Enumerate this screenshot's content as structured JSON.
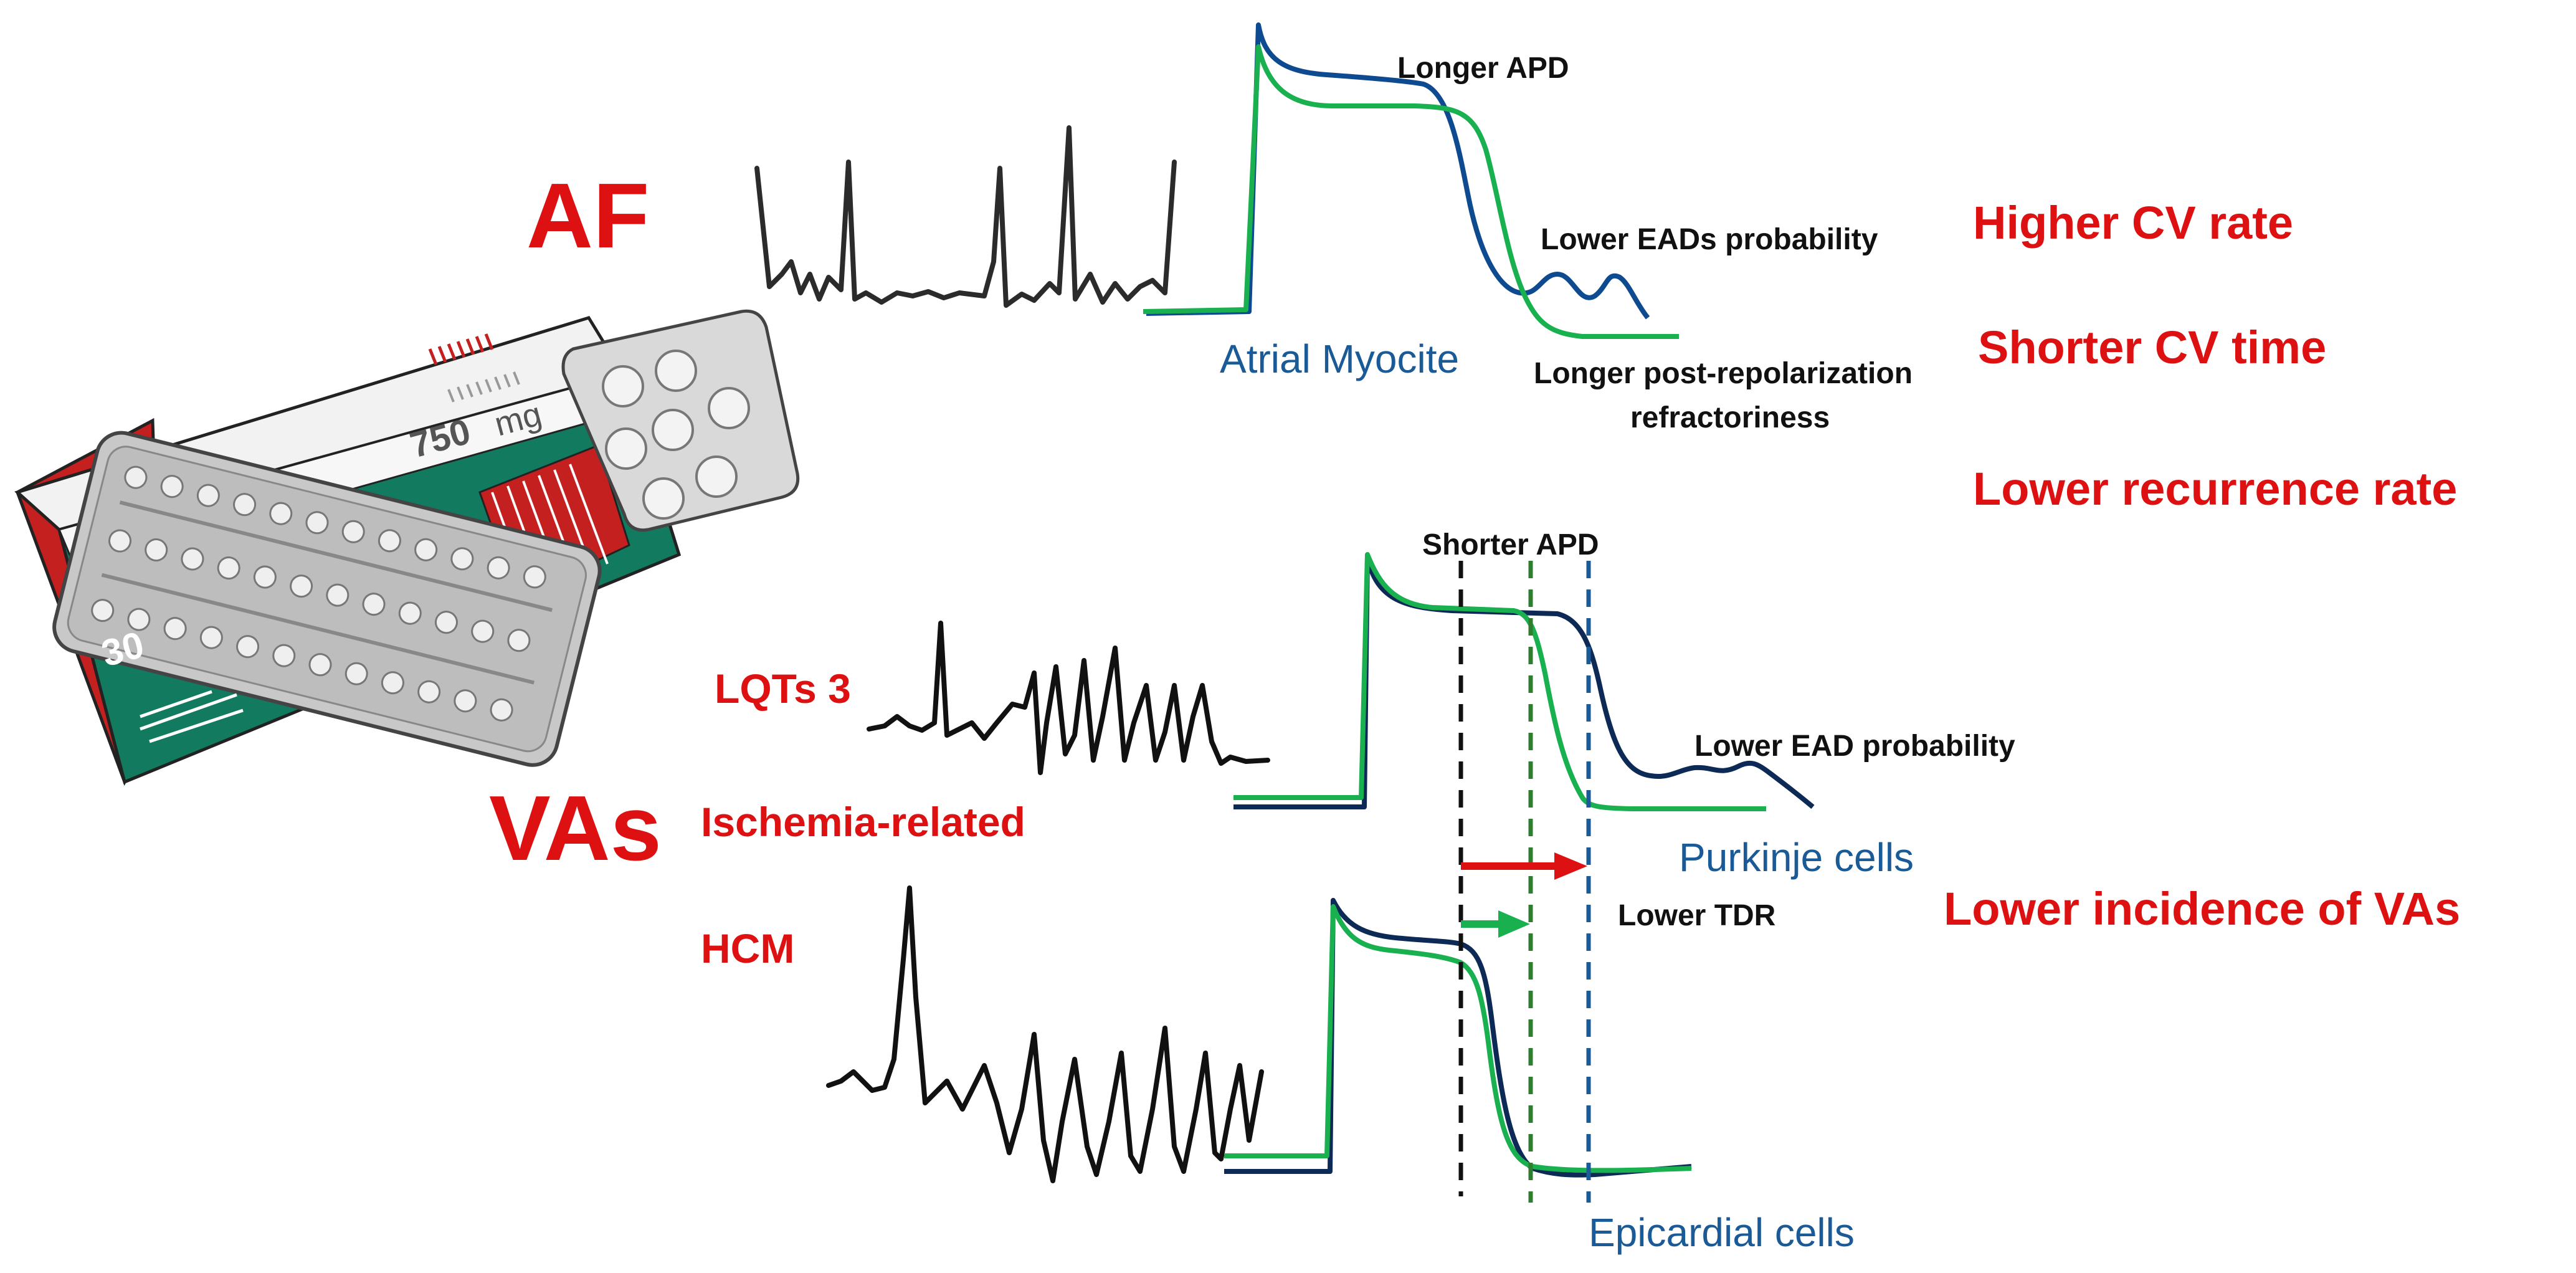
{
  "colors": {
    "red": "#dd1111",
    "blue_text": "#1a5a96",
    "blue_trace": "#0e4a8f",
    "navy_trace": "#0c2a55",
    "green_trace": "#19b04f",
    "dark_trace": "#2b2b2b",
    "pack_green": "#127a5e",
    "pack_red": "#c42020"
  },
  "af": {
    "label": "AF",
    "longer_apd": "Longer APD",
    "lower_eads": "Lower EADs probability",
    "atrial_myocite": "Atrial Myocite",
    "longer_post_line1": "Longer post-repolarization",
    "longer_post_line2": "refractoriness"
  },
  "outcomes": {
    "higher_cv_rate": "Higher CV rate",
    "shorter_cv_time": "Shorter CV time",
    "lower_recurrence": "Lower recurrence rate",
    "lower_incidence": "Lower incidence of VAs"
  },
  "vas": {
    "label": "VAs",
    "lqts3": "LQTs 3",
    "ischemia": "Ischemia-related",
    "hcm": "HCM",
    "shorter_apd": "Shorter APD",
    "lower_ead": "Lower EAD probability",
    "purkinje": "Purkinje cells",
    "lower_tdr": "Lower TDR",
    "epicardial": "Epicardial cells"
  },
  "pack": {
    "dose_number": "750",
    "dose_unit": "mg",
    "count": "30",
    "icon": "medication-pack-icon"
  }
}
